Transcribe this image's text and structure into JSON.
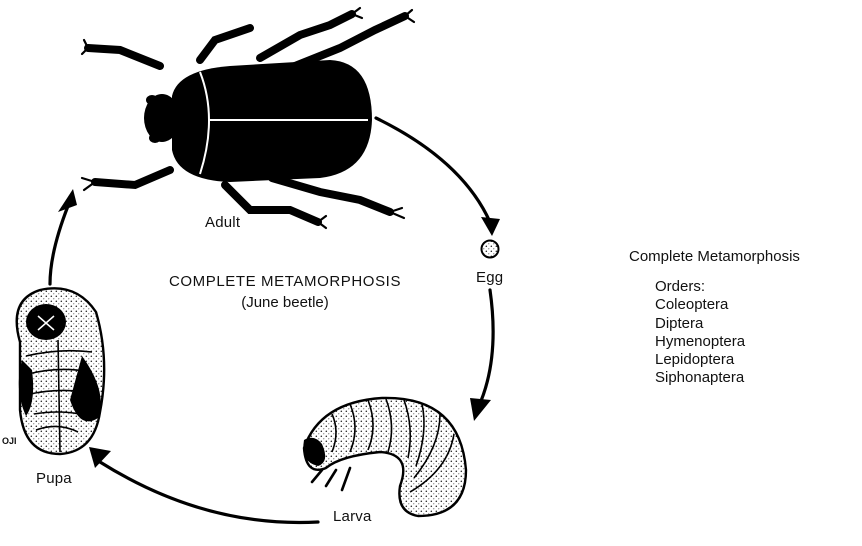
{
  "diagram": {
    "center_title": "COMPLETE METAMORPHOSIS",
    "center_subtitle": "(June beetle)",
    "stages": {
      "adult": "Adult",
      "egg": "Egg",
      "larva": "Larva",
      "pupa": "Pupa"
    },
    "artist_mark": "OJI"
  },
  "side_panel": {
    "heading": "Complete Metamorphosis",
    "orders_label": "Orders:",
    "orders": [
      "Coleoptera",
      "Diptera",
      "Hymenoptera",
      "Lepidoptera",
      "Siphonaptera"
    ]
  }
}
